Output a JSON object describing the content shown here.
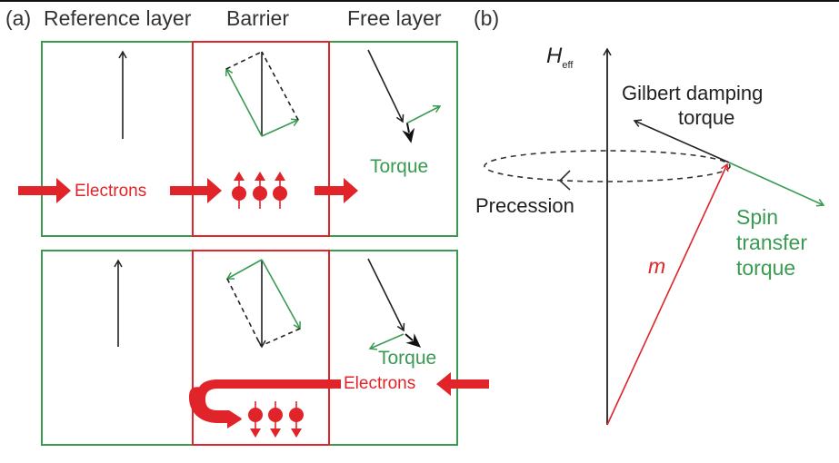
{
  "panel_a": {
    "label": "(a)",
    "columns": {
      "reference": "Reference layer",
      "barrier": "Barrier",
      "free": "Free layer"
    },
    "top_row": {
      "electrons_label": "Electrons",
      "torque_label": "Torque",
      "spin_direction": "up"
    },
    "bottom_row": {
      "electrons_label": "Electrons",
      "torque_label": "Torque",
      "spin_direction": "down"
    }
  },
  "panel_b": {
    "label": "(b)",
    "heff_symbol": "H",
    "heff_subscript": "eff",
    "gilbert_line1": "Gilbert damping",
    "gilbert_line2": "torque",
    "precession": "Precession",
    "spin_line1": "Spin",
    "spin_line2": "transfer",
    "spin_line3": "torque",
    "m_label": "m"
  },
  "colors": {
    "ferromagnet_border": "#3a9a52",
    "barrier_border": "#e0242a",
    "electron": "#e0242a",
    "torque": "#3a9a52",
    "vector": "#222222"
  }
}
